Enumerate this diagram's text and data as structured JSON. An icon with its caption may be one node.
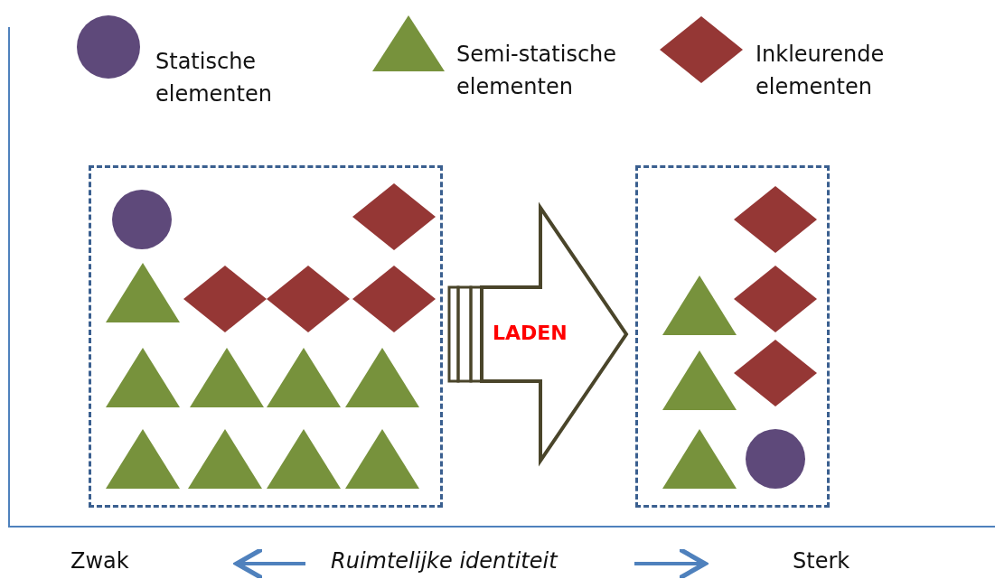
{
  "diagram": {
    "nodes": [
      {
        "text": [],
        "shape": "box"
      },
      {
        "text": [],
        "shape": "box"
      },
      {
        "text": [],
        "shape": "circle",
        "in": 0
      },
      {
        "text": [],
        "shape": "diamond",
        "in": 0
      },
      {
        "text": [],
        "shape": "triangle",
        "in": 0
      },
      {
        "text": [],
        "shape": "diamond",
        "in": 0
      },
      {
        "text": [],
        "shape": "diamond",
        "in": 0
      },
      {
        "text": [],
        "shape": "diamond",
        "in": 0
      },
      {
        "text": [],
        "shape": "triangle",
        "in": 0
      },
      {
        "text": [],
        "shape": "triangle",
        "in": 0
      },
      {
        "text": [],
        "shape": "triangle",
        "in": 0
      },
      {
        "text": [],
        "shape": "triangle",
        "in": 0
      },
      {
        "text": [],
        "shape": "triangle",
        "in": 0
      },
      {
        "text": [],
        "shape": "triangle",
        "in": 0
      },
      {
        "text": [],
        "shape": "triangle",
        "in": 0
      },
      {
        "text": [],
        "shape": "triangle",
        "in": 0
      },
      {
        "text": [],
        "shape": "diamond",
        "in": 1
      },
      {
        "text": [],
        "shape": "triangle",
        "in": 1
      },
      {
        "text": [],
        "shape": "diamond",
        "in": 1
      },
      {
        "text": [],
        "shape": "triangle",
        "in": 1
      },
      {
        "text": [],
        "shape": "diamond",
        "in": 1
      },
      {
        "text": [],
        "shape": "triangle",
        "in": 1
      },
      {
        "text": [],
        "shape": "circle",
        "in": 1
      }
    ],
    "edges": [
      {
        "from": 0,
        "to": 1,
        "arrow": "to",
        "label": "LADEN"
      }
    ],
    "labels": [
      "Zwak",
      "Ruimtelijke identiteit",
      "Sterk"
    ],
    "legend": [
      {
        "text": "Statische elementen",
        "color": "#5e497a"
      },
      {
        "text": "Semi-statische elementen",
        "color": "#77923c"
      },
      {
        "text": "Inkleurende elementen",
        "color": "#953735"
      }
    ]
  }
}
